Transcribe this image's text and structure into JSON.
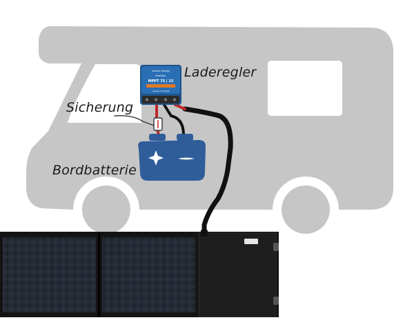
{
  "labels": {
    "charge_controller": "Laderegler",
    "fuse": "Sicherung",
    "battery": "Bordbatterie"
  },
  "controller": {
    "brand": "victron energy",
    "model": "MPPT 75 | 15",
    "line1": "BlueSolar",
    "line2": "charge controller"
  },
  "colors": {
    "vehicle": "#c6c6c6",
    "battery": "#2e5d9a",
    "controller": "#2a6fb5",
    "cable_red": "#c0282a",
    "cable_black": "#111111",
    "panel": "#1b1f27"
  }
}
